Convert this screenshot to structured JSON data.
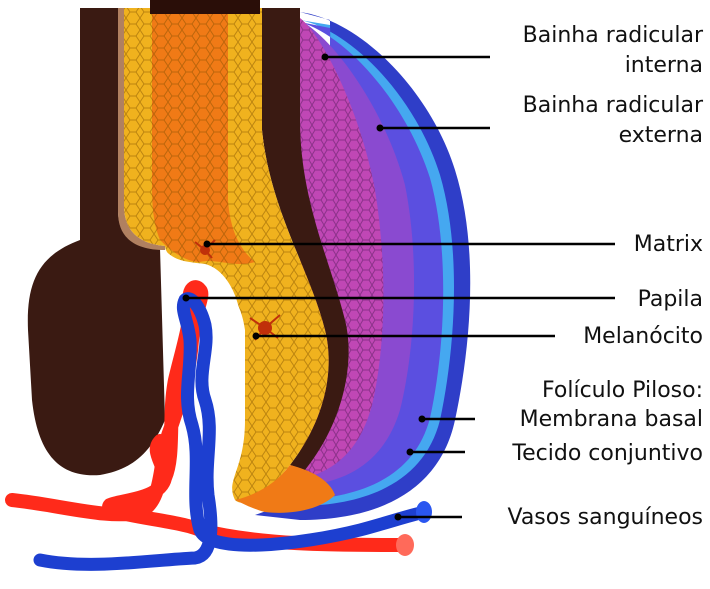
{
  "labels": {
    "bainha_interna": [
      "Bainha radicular",
      "interna"
    ],
    "bainha_externa": [
      "Bainha radicular",
      "externa"
    ],
    "matrix": "Matrix",
    "papila": "Papila",
    "melanocito": "Melanócito",
    "foliculo": "Folículo Piloso:",
    "membrana": "Membrana basal",
    "tecido": "Tecido conjuntivo",
    "vasos": "Vasos sanguíneos"
  },
  "colors": {
    "dark_brown": "#3a1a12",
    "brown_edge": "#6b3a24",
    "yellow": "#f0b21e",
    "orange": "#f07a16",
    "magenta": "#c047b5",
    "purple": "#6a4fd8",
    "blue_dark": "#3c3fd0",
    "light_blue": "#45a8f0",
    "red_vessel": "#ff2a1a",
    "blue_vessel": "#1d3fd0"
  }
}
